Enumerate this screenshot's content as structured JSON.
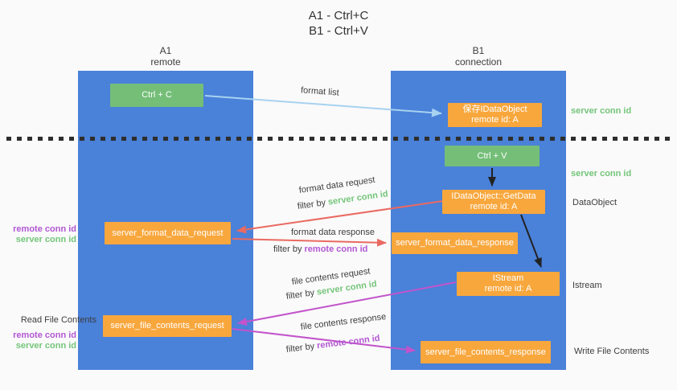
{
  "title": {
    "line1": "A1 - Ctrl+C",
    "line2": "B1 - Ctrl+V"
  },
  "colors": {
    "lifeline_blue": "#4A81D9",
    "action_green": "#74BE78",
    "message_orange": "#F8A73D",
    "server_conn_green": "#74C57A",
    "remote_conn_purple": "#B257D3",
    "format_arrow_red": "#EA6A62",
    "file_arrow_magenta": "#C254CB",
    "format_list_arrow_blue": "#A7D2F0"
  },
  "lifelines": {
    "a1": {
      "name": "A1",
      "role": "remote"
    },
    "b1": {
      "name": "B1",
      "role": "connection"
    }
  },
  "nodes": {
    "ctrl_c": "Ctrl + C",
    "ctrl_v": "Ctrl + V",
    "save_idataobject": {
      "line1": "保存IDataObject",
      "line2": "remote id: A"
    },
    "idataobject_getdata": {
      "line1": "IDataObject::GetData",
      "line2": "remote id: A"
    },
    "istream": {
      "line1": "IStream",
      "line2": "remote id: A"
    },
    "server_format_data_request": "server_format_data_request",
    "server_format_data_response": "server_format_data_response",
    "server_file_contents_request": "server_file_contents_request",
    "server_file_contents_response": "server_file_contents_response"
  },
  "edge_labels": {
    "format_list": "format list",
    "format_data_request": "format data request",
    "format_data_response": "format data response",
    "file_contents_request": "file contents request",
    "file_contents_response": "file contents response",
    "filter_by": "filter by",
    "server_conn_id": "server conn id",
    "remote_conn_id": "remote conn id"
  },
  "side_labels": {
    "server_conn_id": "server conn id",
    "remote_conn_id": "remote conn id",
    "dataobject": "DataObject",
    "istream": "Istream",
    "read_file_contents": "Read File Contents",
    "write_file_contents": "Write File Contents"
  }
}
